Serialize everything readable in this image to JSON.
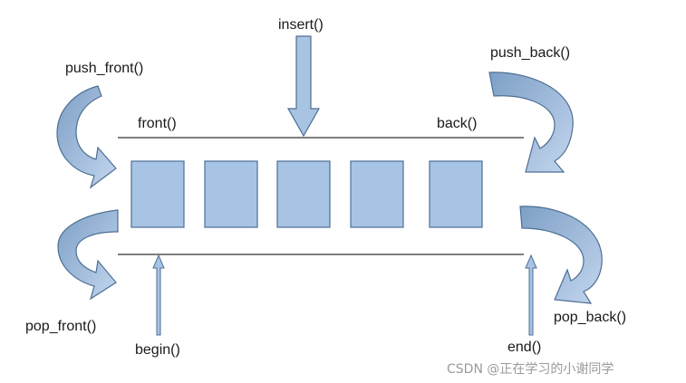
{
  "labels": {
    "insert": "insert()",
    "push_front": "push_front()",
    "push_back": "push_back()",
    "front": "front()",
    "back": "back()",
    "pop_front": "pop_front()",
    "pop_back": "pop_back()",
    "begin": "begin()",
    "end": "end()"
  },
  "watermark": "CSDN @正在学习的小谢同学",
  "colors": {
    "box_fill": "#a8c4e4",
    "box_stroke": "#4b6f96",
    "arrow_fill": "#a9c3e3",
    "arrow_stroke": "#4d6f94",
    "line": "#555555",
    "text": "#1a1a1a"
  }
}
